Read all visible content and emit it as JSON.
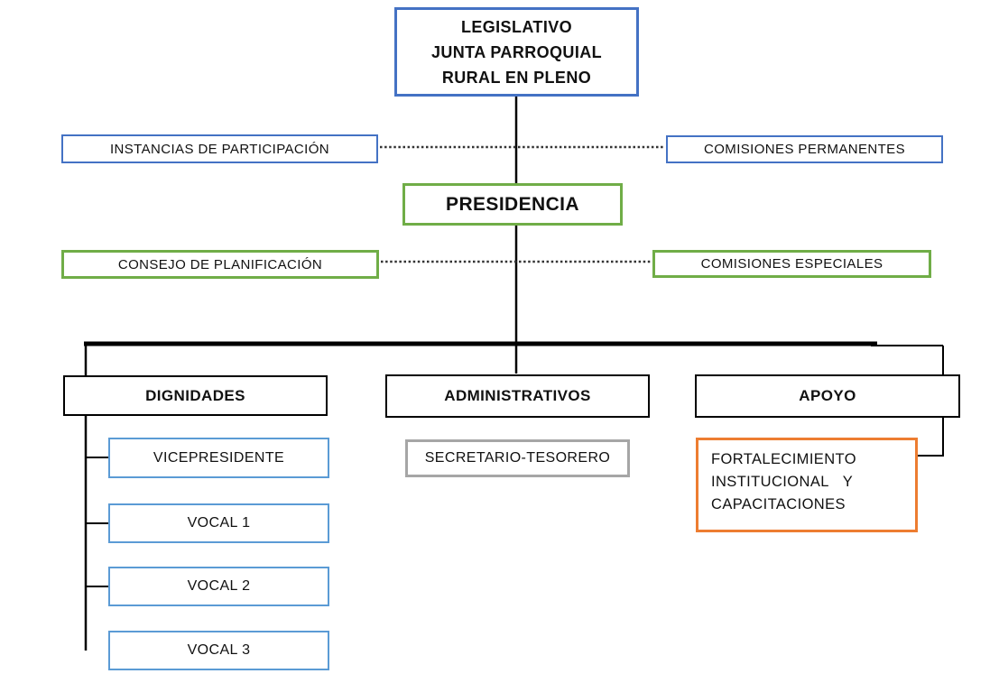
{
  "document_type": "organizational-chart",
  "colors": {
    "blue_border": "#4472C4",
    "light_blue_border": "#5B9BD5",
    "green_border": "#70AD47",
    "orange_border": "#ED7D31",
    "gray_border": "#A6A6A6",
    "connector_line": "#000000",
    "dotted_line": "#333333",
    "text": "#111111",
    "background": "#FFFFFF"
  },
  "org_chart": {
    "root": {
      "label": "LEGISLATIVO\nJUNTA PARROQUIAL\nRURAL EN PLENO"
    },
    "advisory_row_1": {
      "left": {
        "label": "INSTANCIAS DE PARTICIPACIÓN"
      },
      "right": {
        "label": "COMISIONES PERMANENTES"
      }
    },
    "presidencia": {
      "label": "PRESIDENCIA"
    },
    "advisory_row_2": {
      "left": {
        "label": "CONSEJO DE PLANIFICACIÓN"
      },
      "right": {
        "label": "COMISIONES ESPECIALES"
      }
    },
    "departments": {
      "dignidades": {
        "label": "DIGNIDADES",
        "children": [
          "VICEPRESIDENTE",
          "VOCAL 1",
          "VOCAL 2",
          "VOCAL 3"
        ]
      },
      "administrativos": {
        "label": "ADMINISTRATIVOS",
        "children": [
          "SECRETARIO-TESORERO"
        ]
      },
      "apoyo": {
        "label": "APOYO",
        "children": [
          "FORTALECIMIENTO\nINSTITUCIONAL   Y\nCAPACITACIONES"
        ]
      }
    }
  }
}
